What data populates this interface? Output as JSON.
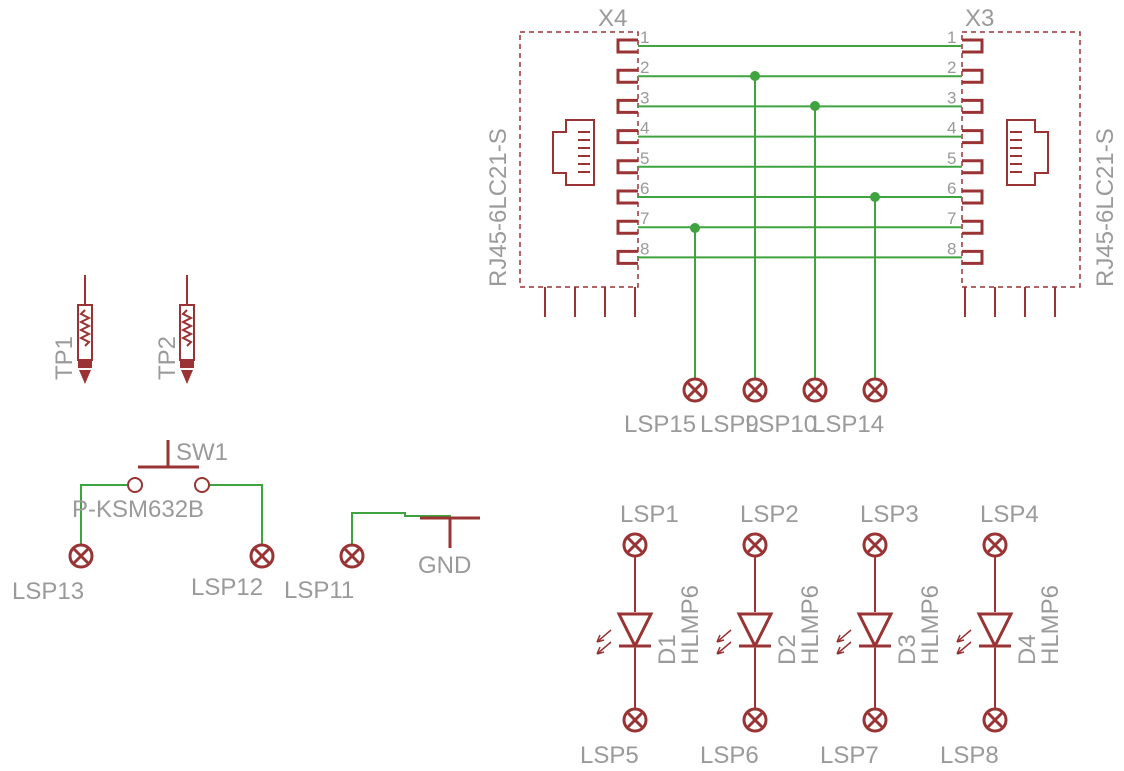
{
  "connectors": {
    "left": {
      "ref": "X4",
      "value": "RJ45-6LC21-S"
    },
    "right": {
      "ref": "X3",
      "value": "RJ45-6LC21-S"
    },
    "pins": [
      "1",
      "2",
      "3",
      "4",
      "5",
      "6",
      "7",
      "8"
    ]
  },
  "breakout_pads": [
    "LSP15",
    "LSP9",
    "LSP10",
    "LSP14"
  ],
  "testpoints": [
    "TP1",
    "TP2"
  ],
  "switch": {
    "ref": "SW1",
    "value": "P-KSM632B"
  },
  "switch_pads": [
    "LSP13",
    "LSP12"
  ],
  "ground": {
    "pad": "LSP11",
    "symbol": "GND"
  },
  "leds": [
    {
      "ref": "D1",
      "value": "HLMP6",
      "top_pad": "LSP1",
      "bottom_pad": "LSP5"
    },
    {
      "ref": "D2",
      "value": "HLMP6",
      "top_pad": "LSP2",
      "bottom_pad": "LSP6"
    },
    {
      "ref": "D3",
      "value": "HLMP6",
      "top_pad": "LSP3",
      "bottom_pad": "LSP7"
    },
    {
      "ref": "D4",
      "value": "HLMP6",
      "top_pad": "LSP4",
      "bottom_pad": "LSP8"
    }
  ],
  "colors": {
    "symbol": "#9a3434",
    "wire": "#3fa33f",
    "text": "#9a9a9a"
  }
}
